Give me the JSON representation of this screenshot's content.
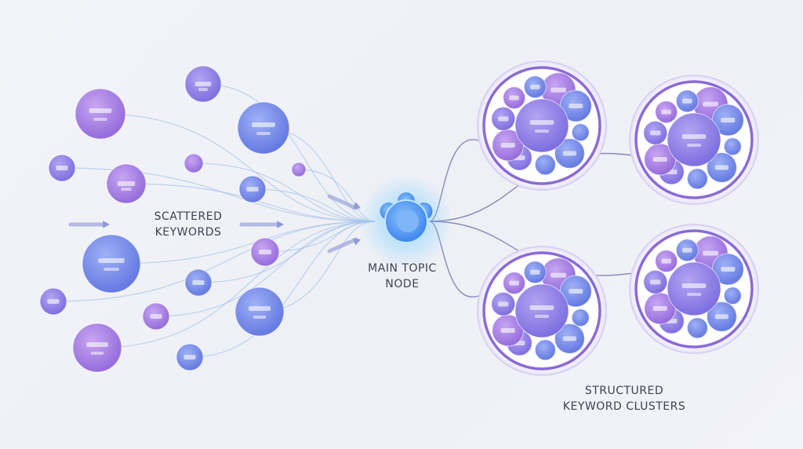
{
  "labels": {
    "scattered": [
      "SCATTERED",
      "KEYWORDS"
    ],
    "main": [
      "MAIN TOPIC",
      "NODE"
    ],
    "clusters": [
      "STRUCTURED",
      "KEYWORD CLUSTERS"
    ]
  },
  "colors": {
    "purple": "#a77be0",
    "blue": "#7489ea",
    "hub": "#3d8ef0",
    "ring": "#8a6ad8",
    "line": "#a8c4ea"
  }
}
